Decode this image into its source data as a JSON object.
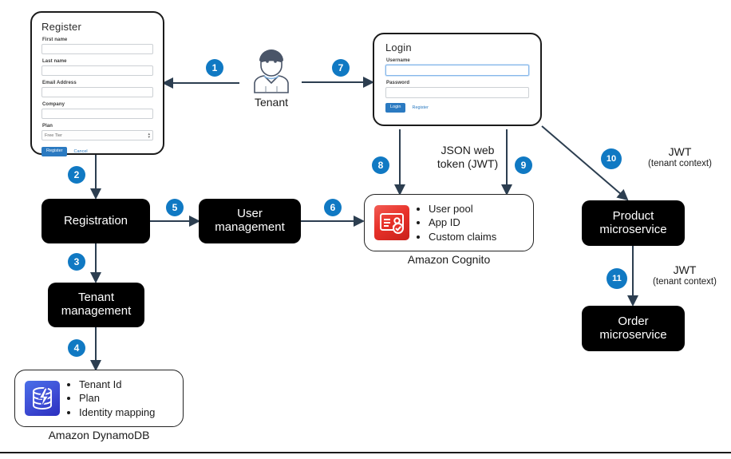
{
  "register_card": {
    "title": "Register",
    "fields": [
      {
        "label": "First name",
        "value": "",
        "type": "text"
      },
      {
        "label": "Last name",
        "value": "",
        "type": "text"
      },
      {
        "label": "Email Address",
        "value": "",
        "type": "text"
      },
      {
        "label": "Company",
        "value": "",
        "type": "text"
      }
    ],
    "plan_label": "Plan",
    "plan_value": "Free Tier",
    "submit_label": "Register",
    "cancel_label": "Cancel"
  },
  "login_card": {
    "title": "Login",
    "username_label": "Username",
    "username_value": "",
    "password_label": "Password",
    "password_value": "",
    "submit_label": "Login",
    "register_link_label": "Register"
  },
  "actor": {
    "label": "Tenant",
    "icon": "user-icon"
  },
  "services": {
    "registration": "Registration",
    "user_management": "User\nmanagement",
    "user_management_line1": "User",
    "user_management_line2": "management",
    "tenant_management_line1": "Tenant",
    "tenant_management_line2": "management",
    "product_line1": "Product",
    "product_line2": "microservice",
    "order_line1": "Order",
    "order_line2": "microservice"
  },
  "cognito": {
    "caption": "Amazon Cognito",
    "icon": "amazon-cognito-icon",
    "bullets": [
      "User pool",
      "App ID",
      "Custom claims"
    ],
    "color": "#E8322A"
  },
  "dynamodb": {
    "caption": "Amazon DynamoDB",
    "icon": "amazon-dynamodb-icon",
    "bullets": [
      "Tenant Id",
      "Plan",
      "Identity mapping"
    ],
    "color": "#3F4FD6"
  },
  "annotations": {
    "jwt_center_line1": "JSON web",
    "jwt_center_line2": "token (JWT)",
    "jwt_10_line1": "JWT",
    "jwt_10_line2": "(tenant context)",
    "jwt_11_line1": "JWT",
    "jwt_11_line2": "(tenant context)"
  },
  "badges": {
    "b1": "1",
    "b2": "2",
    "b3": "3",
    "b4": "4",
    "b5": "5",
    "b6": "6",
    "b7": "7",
    "b8": "8",
    "b9": "9",
    "b10": "10",
    "b11": "11",
    "color": "#1079C3"
  }
}
